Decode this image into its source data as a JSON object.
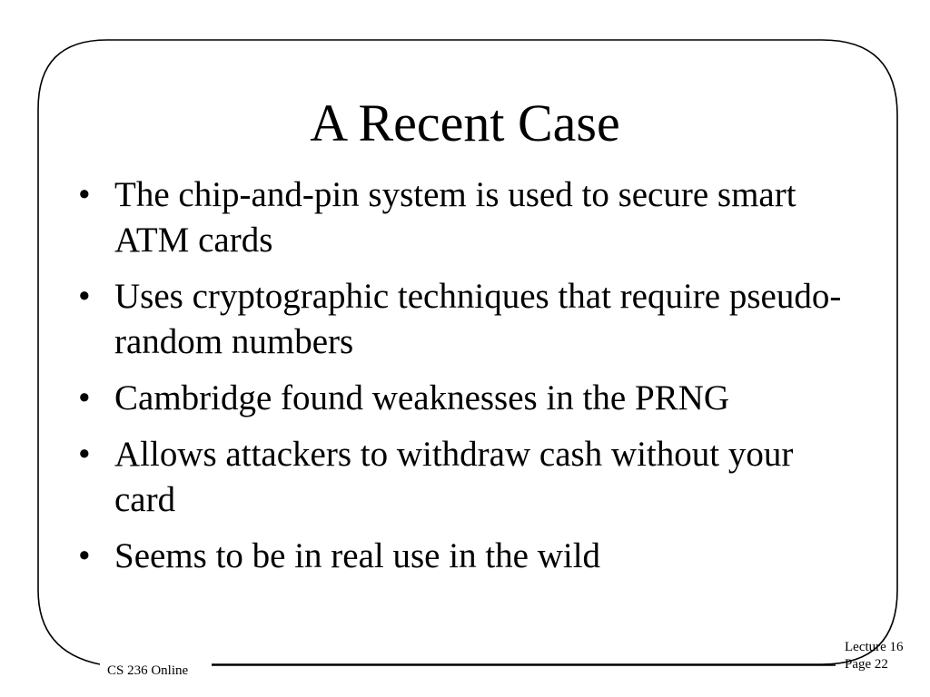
{
  "slide": {
    "title": "A Recent Case",
    "bullet_symbol": "•",
    "bullets": [
      "The chip-and-pin system is used to secure smart ATM cards",
      "Uses cryptographic techniques that require pseudo-random numbers",
      "Cambridge found weaknesses in the PRNG",
      "Allows attackers to withdraw cash without your card",
      "Seems to be in real use in the wild"
    ]
  },
  "footer": {
    "course": "CS 236 Online",
    "lecture": "Lecture 16",
    "page": "Page 22"
  }
}
